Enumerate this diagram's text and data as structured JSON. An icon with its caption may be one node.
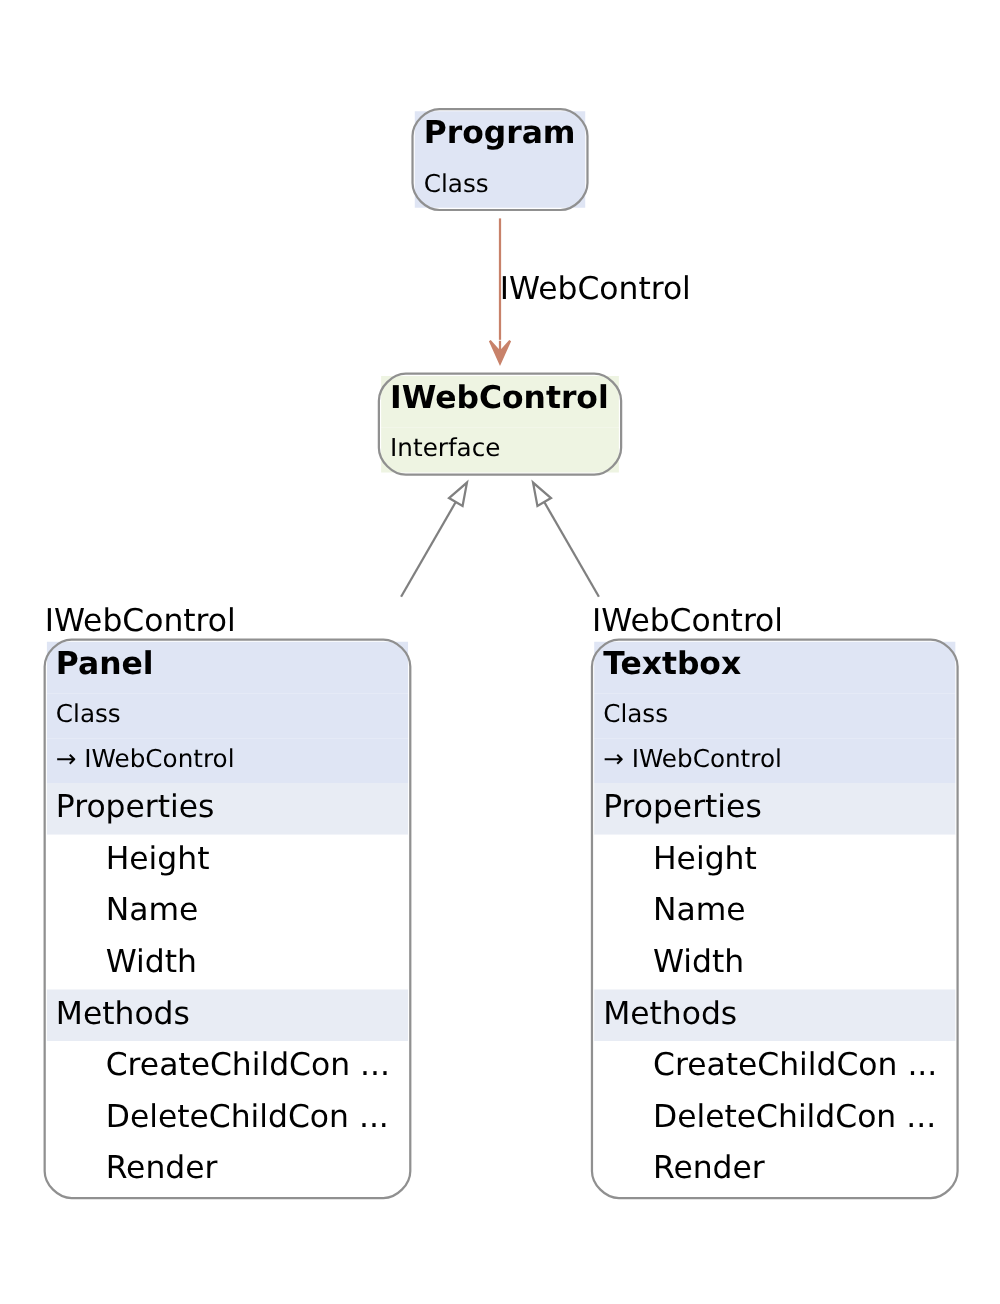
{
  "diagram": {
    "nodes": [
      {
        "text": [
          "Program",
          "Class"
        ]
      },
      {
        "text": [
          "IWebControl",
          "Interface"
        ]
      },
      {
        "text": [
          "Panel",
          "Class",
          "→ IWebControl",
          "Properties",
          "Height",
          "Name",
          "Width",
          "Methods",
          "CreateChildCon ...",
          "DeleteChildCon ...",
          "Render"
        ],
        "beside": [
          "IWebControl"
        ]
      },
      {
        "text": [
          "Textbox",
          "Class",
          "→ IWebControl",
          "Properties",
          "Height",
          "Name",
          "Width",
          "Methods",
          "CreateChildCon ...",
          "DeleteChildCon ...",
          "Render"
        ],
        "beside": [
          "IWebControl"
        ]
      }
    ],
    "edges": [
      {
        "from": 0,
        "to": 1,
        "arrow": "to",
        "label": "IWebControl",
        "color": "#c8826a"
      },
      {
        "from": 2,
        "to": 1,
        "arrow": "to"
      },
      {
        "from": 3,
        "to": 1,
        "arrow": "to"
      }
    ]
  }
}
